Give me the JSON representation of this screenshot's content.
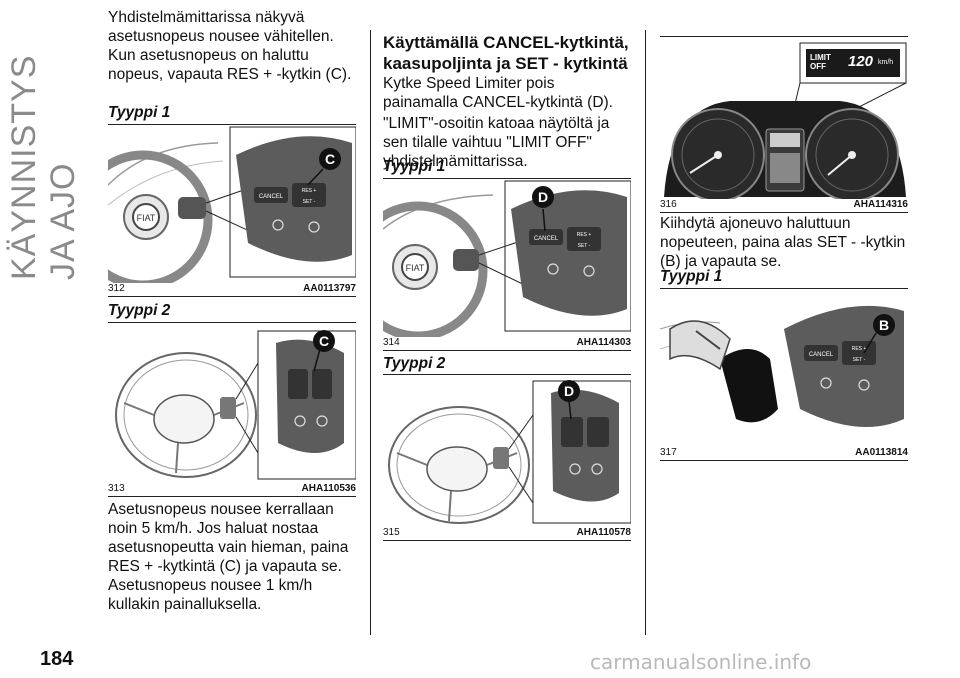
{
  "sidebar_title": "KÄYNNISTYS JA AJO",
  "page_number": "184",
  "footer": "carmanualsonline.info",
  "col1": {
    "intro": "Yhdistelmämittarissa näkyvä asetusnopeus nousee vähitellen. Kun asetusnopeus on haluttu nopeus, vapauta RES + -kytkin (C).",
    "type1": "Tyyppi 1",
    "fig312": {
      "num": "312",
      "code": "AA0113797",
      "callout": "C"
    },
    "type2": "Tyyppi 2",
    "fig313": {
      "num": "313",
      "code": "AHA110536",
      "callout": "C"
    },
    "body": "Asetusnopeus nousee kerrallaan noin 5 km/h. Jos haluat nostaa asetusnopeutta vain hieman, paina RES + -kytkintä (C) ja vapauta se. Asetusnopeus nousee 1 km/h kullakin painalluksella."
  },
  "col2": {
    "heading": "Käyttämällä CANCEL-kytkintä, kaasupoljinta ja SET - kytkintä",
    "p1": "Kytke Speed Limiter pois painamalla CANCEL-kytkintä (D).",
    "p2": "\"LIMIT\"-osoitin katoaa näytöltä ja sen tilalle vaihtuu \"LIMIT OFF\" yhdistelmämittarissa.",
    "type1": "Tyyppi 1",
    "fig314": {
      "num": "314",
      "code": "AHA114303",
      "callout": "D"
    },
    "type2": "Tyyppi 2",
    "fig315": {
      "num": "315",
      "code": "AHA110578",
      "callout": "D"
    }
  },
  "col3": {
    "fig316": {
      "num": "316",
      "code": "AHA114316",
      "display_limit": "LIMIT",
      "display_off": "OFF",
      "display_speed": "120",
      "display_unit": "km/h"
    },
    "p1": "Kiihdytä ajoneuvo haluttuun nopeuteen, paina alas SET - -kytkin (B) ja vapauta se.",
    "type1": "Tyyppi 1",
    "fig317": {
      "num": "317",
      "code": "AA0113814",
      "callout": "B"
    }
  },
  "switch_labels": {
    "cancel": "CANCEL",
    "res": "RES +",
    "set": "SET -"
  },
  "colors": {
    "panel": "#5c5c5c",
    "panel_dark": "#3a3a3a",
    "callout": "#111111",
    "line": "#222222"
  }
}
